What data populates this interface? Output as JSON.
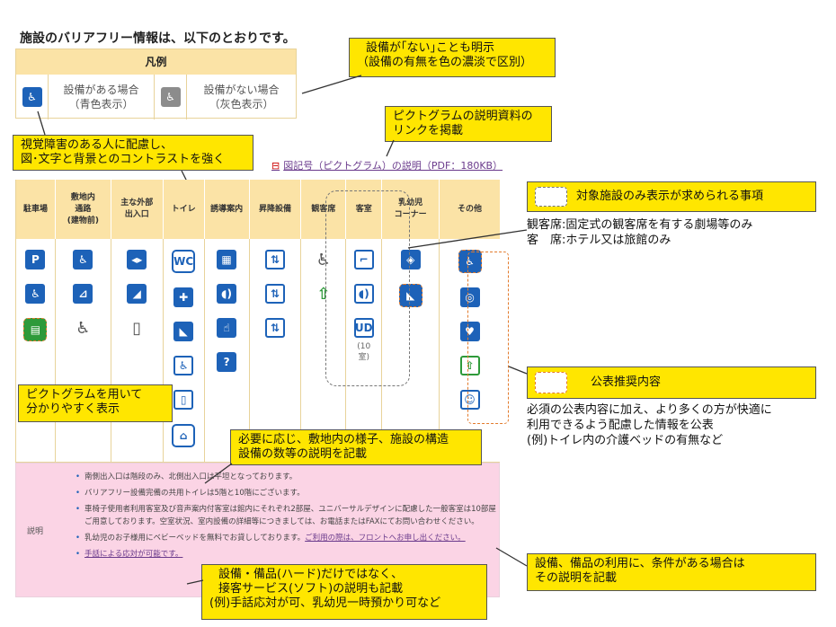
{
  "intro": "施設のバリアフリー情報は、以下のとおりです。",
  "legend": {
    "title": "凡例",
    "with_line1": "設備がある場合",
    "with_line2": "（青色表示）",
    "without_line1": "設備がない場合",
    "without_line2": "（灰色表示）"
  },
  "callouts": {
    "absence_line1": "設備が｢ない｣ことも明示",
    "absence_line2": "（設備の有無を色の濃淡で区別）",
    "link_line1": "ピクトグラムの説明資料の",
    "link_line2": "リンクを掲載",
    "contrast_line1": "視覚障害のある人に配慮し、",
    "contrast_line2": "図･文字と背景とのコントラストを強く",
    "picto_line1": "ピクトグラムを用いて",
    "picto_line2": "分かりやすく表示",
    "structure_line1": "必要に応じ、敷地内の様子、施設の構造",
    "structure_line2": "設備の数等の説明を記載",
    "service_line1": "設備・備品(ハード)だけではなく、",
    "service_line2": "接客サービス(ソフト)の説明も記載",
    "service_line3": "(例)手話応対が可、乳幼児一時預かり可など",
    "condition_line1": "設備、備品の利用に、条件がある場合は",
    "condition_line2": "その説明を記載"
  },
  "link_text": "図記号（ピクトグラム）の説明（PDF：180KB）",
  "side": {
    "target_title": "対象施設のみ表示が求められる事項",
    "target_line1": "観客席:固定式の観客席を有する劇場等のみ",
    "target_line2": "客　席:ホテル又は旅館のみ",
    "recommend_title": "公表推奨内容",
    "recommend_line1": "必須の公表内容に加え、より多くの方が快適に",
    "recommend_line2": "利用できるよう配慮した情報を公表",
    "recommend_line3": "(例)トイレ内の介護ベッドの有無など"
  },
  "table": {
    "headers": [
      {
        "l1": "駐車場",
        "l2": "",
        "l3": ""
      },
      {
        "l1": "敷地内",
        "l2": "通路",
        "l3": "(建物前)"
      },
      {
        "l1": "主な外部",
        "l2": "出入口",
        "l3": ""
      },
      {
        "l1": "トイレ",
        "l2": "",
        "l3": ""
      },
      {
        "l1": "誘導案内",
        "l2": "",
        "l3": ""
      },
      {
        "l1": "昇降設備",
        "l2": "",
        "l3": ""
      },
      {
        "l1": "観客席",
        "l2": "",
        "l3": ""
      },
      {
        "l1": "客室",
        "l2": "",
        "l3": ""
      },
      {
        "l1": "乳幼児",
        "l2": "コーナー",
        "l3": ""
      },
      {
        "l1": "その他",
        "l2": "",
        "l3": ""
      }
    ],
    "room_note_1": "(10",
    "room_note_2": "室)"
  },
  "description": {
    "label": "説明",
    "item1": "南側出入口は階段のみ、北側出入口は平坦となっております。",
    "item2": "バリアフリー設備完備の共用トイレは5階と10階にございます。",
    "item3": "車椅子使用者利用客室及び音声案内付客室は館内にそれぞれ2部屋、ユニバーサルデザインに配慮した一般客室は10部屋ご用意しております。空室状況、室内設備の詳細等につきましては、お電話またはFAXにてお問い合わせください。",
    "item4_pre": "乳幼児のお子様用にベビーベッドを無料でお貸ししております。",
    "item4_link": "ご利用の際は、フロントへお申し出ください。",
    "item5_link": "手話による応対が可能です。"
  },
  "colors": {
    "accent_blue": "#1d62b8",
    "callout_yellow": "#ffe600",
    "header_beige": "#fbe3a6",
    "desc_pink": "#fbd4e5",
    "dash_orange": "#e27a2b"
  }
}
